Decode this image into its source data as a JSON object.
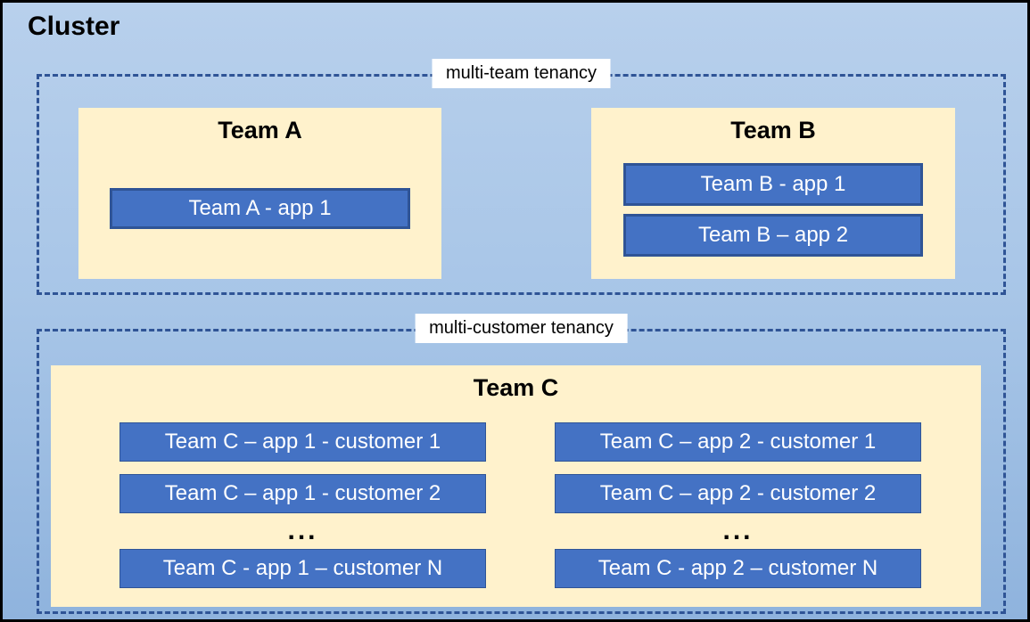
{
  "colors": {
    "canvas_bg_top": "#B8D0EC",
    "canvas_bg_bottom": "#8FB3DD",
    "outer_border": "#000000",
    "dashed_border": "#2F5496",
    "panel_bg": "#FFF2CC",
    "app_fill": "#4472C4",
    "app_border": "#2F5496",
    "app_text": "#FFFFFF",
    "title_text": "#000000",
    "chip_bg": "#FFFFFF"
  },
  "cluster": {
    "title": "Cluster",
    "sections": [
      {
        "label": "multi-team tenancy",
        "teams": [
          {
            "name": "Team A",
            "apps": [
              "Team A - app 1"
            ]
          },
          {
            "name": "Team B",
            "apps": [
              "Team B - app 1",
              "Team B – app 2"
            ]
          }
        ]
      },
      {
        "label": "multi-customer tenancy",
        "teams": [
          {
            "name": "Team C",
            "columns": [
              {
                "apps": [
                  "Team C – app 1 - customer 1",
                  "Team C – app 1 - customer 2"
                ],
                "ellipsis": "...",
                "last": "Team C - app 1 – customer N"
              },
              {
                "apps": [
                  "Team C – app 2 - customer 1",
                  "Team C – app 2 - customer 2"
                ],
                "ellipsis": "...",
                "last": "Team C - app 2 – customer N"
              }
            ]
          }
        ]
      }
    ]
  }
}
